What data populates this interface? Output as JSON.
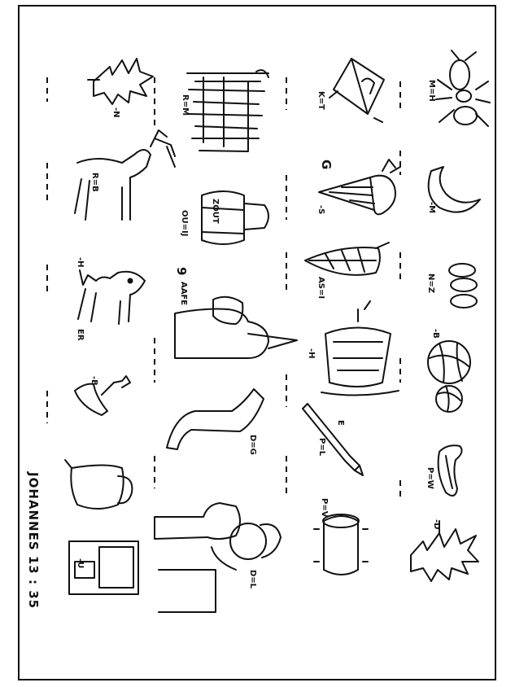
{
  "reference": "JOHANNES 13 : 35",
  "clues": {
    "ant": "M=H",
    "tent": "K=T",
    "soldiers": "R=M",
    "tree_top": "-N",
    "moon": "-M",
    "ice_cream_letter": "G",
    "ice_cream": "-S",
    "pot_tin": "OU=IJ",
    "pot_word": "ZOUT",
    "deer": "R=B",
    "zeros": "N=Z",
    "feather": "AS=I",
    "man_number": "9",
    "man": "AAFE",
    "dog_top": "-H",
    "dog_bottom": "ER",
    "balls": "-B",
    "ship": "-H",
    "bell": "-B",
    "hat": "P=W",
    "pen_top": "E",
    "pen": "P=L",
    "leg": "D=G",
    "tree_bottom": "-D",
    "cooking_pot": "P=V",
    "doctor": "D=L",
    "window": "-U"
  }
}
